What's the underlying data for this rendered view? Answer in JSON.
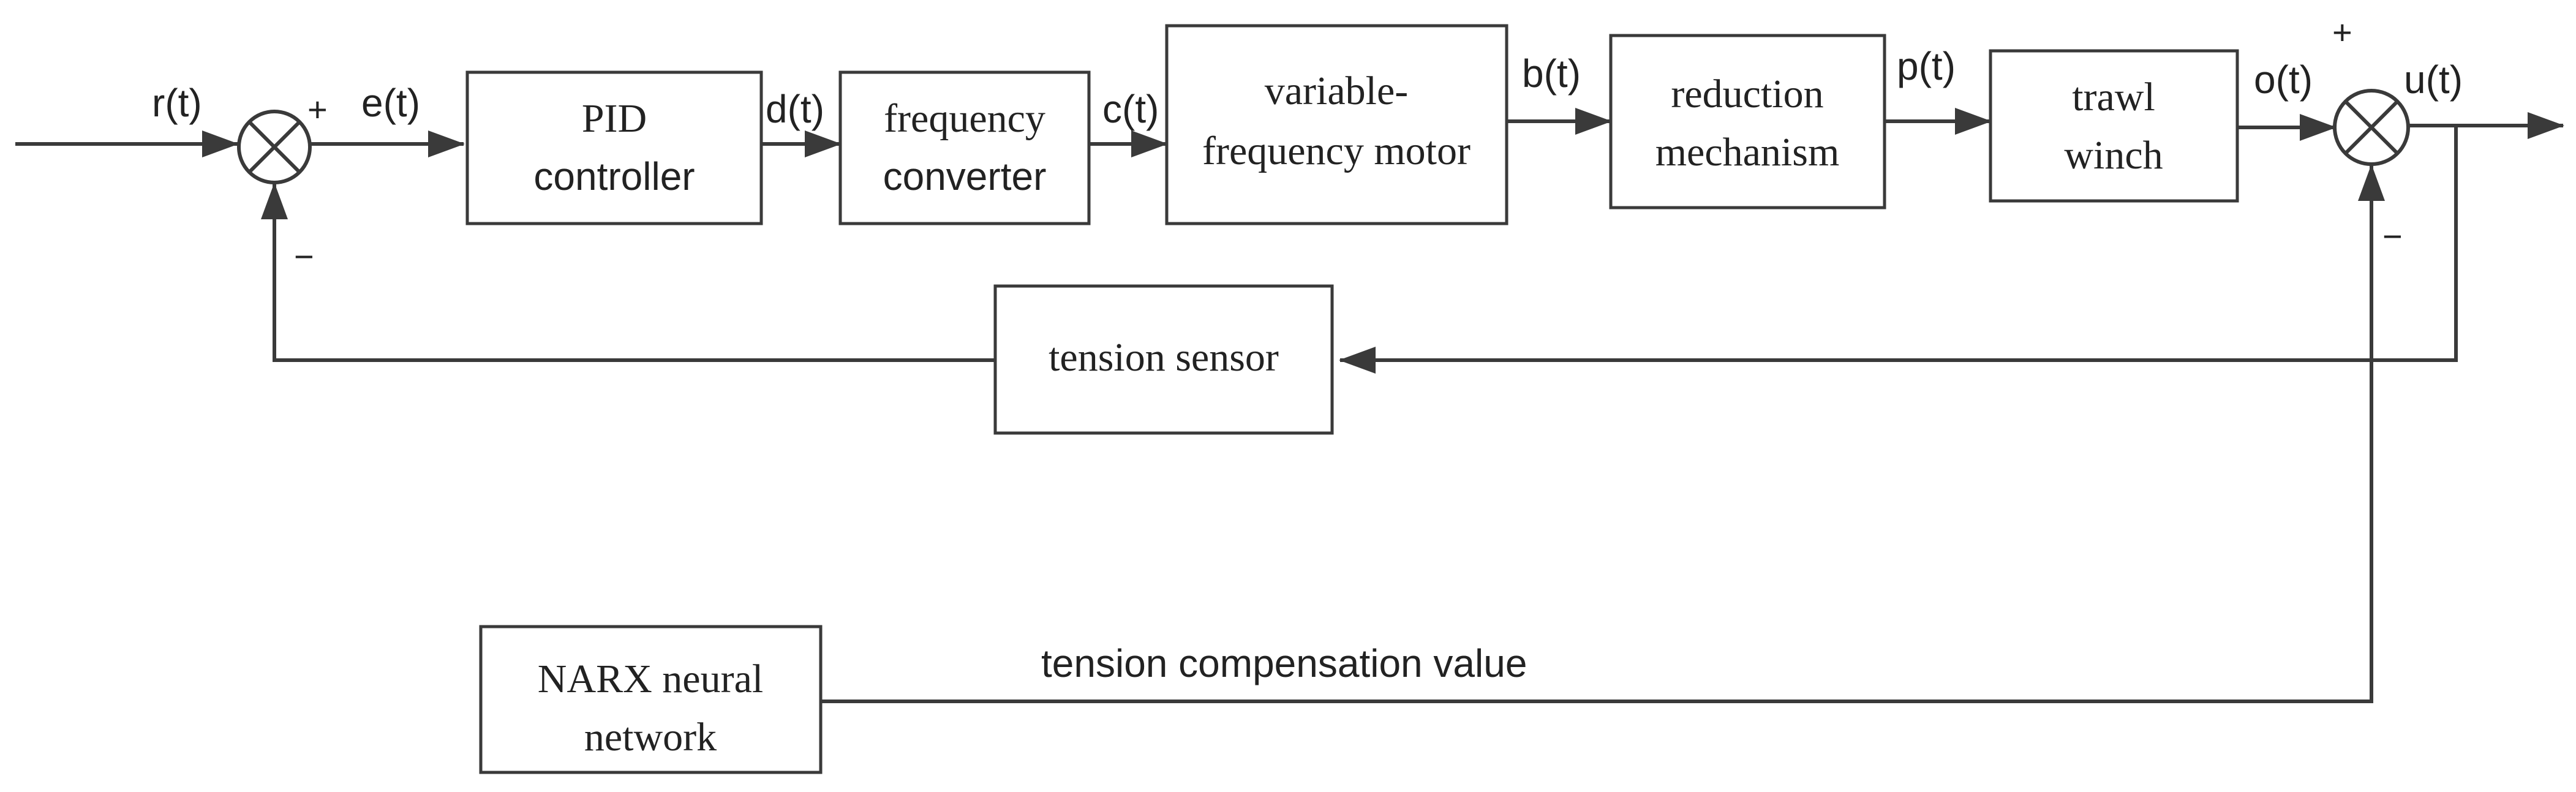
{
  "blocks": {
    "pid": [
      "PID",
      "controller"
    ],
    "freq_conv": [
      "frequency",
      "converter"
    ],
    "motor": [
      "variable-",
      "frequency motor"
    ],
    "reduction": [
      "reduction",
      "mechanism"
    ],
    "winch": [
      "trawl",
      "winch"
    ],
    "sensor": [
      "tension sensor"
    ],
    "narx": [
      "NARX neural",
      "network"
    ]
  },
  "signals": {
    "r": "r(t)",
    "e": "e(t)",
    "d": "d(t)",
    "c": "c(t)",
    "b": "b(t)",
    "p": "p(t)",
    "o": "o(t)",
    "u": "u(t)",
    "compensation": "tension compensation value"
  },
  "signs": {
    "sum1_plus": "+",
    "sum1_minus": "−",
    "sum2_plus": "+",
    "sum2_minus": "−"
  }
}
